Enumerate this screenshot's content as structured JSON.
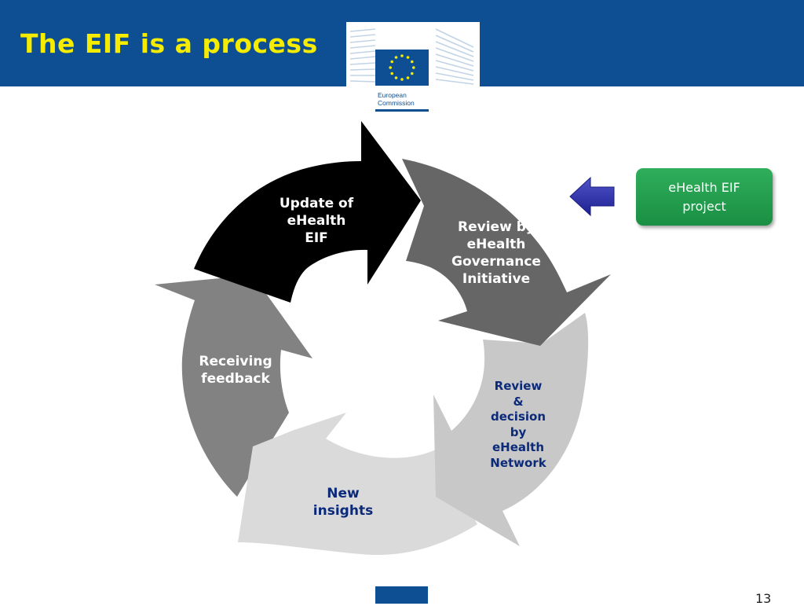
{
  "slide": {
    "title": "The EIF is a process",
    "page_number": "13"
  },
  "logo": {
    "line1": "European",
    "line2": "Commission",
    "colors": {
      "blue": "#0e4f94",
      "star": "#f5ec00"
    }
  },
  "cycle": {
    "segments": [
      {
        "id": "update",
        "lines": [
          "Update of",
          "eHealth",
          "EIF"
        ],
        "fill": "#000000",
        "text_color": "#ffffff"
      },
      {
        "id": "review-governance",
        "lines": [
          "Review by",
          "eHealth",
          "Governance",
          "Initiative"
        ],
        "fill": "#666666",
        "text_color": "#ffffff"
      },
      {
        "id": "review-decision",
        "lines": [
          "Review",
          "&",
          "decision",
          "by",
          "eHealth",
          "Network"
        ],
        "fill": "#c8c8c8",
        "text_color": "#0c2a7a"
      },
      {
        "id": "new-insights",
        "lines": [
          "New",
          "insights"
        ],
        "fill": "#dadada",
        "text_color": "#0c2a7a"
      },
      {
        "id": "receiving-feedback",
        "lines": [
          "Receiving",
          "feedback"
        ],
        "fill": "#828282",
        "text_color": "#ffffff"
      }
    ]
  },
  "badge": {
    "lines": [
      "eHealth EIF",
      "project"
    ],
    "color": "#1f9a49"
  },
  "pointer_arrow": {
    "icon": "left-arrow-icon",
    "color": "#2b2fa8"
  }
}
